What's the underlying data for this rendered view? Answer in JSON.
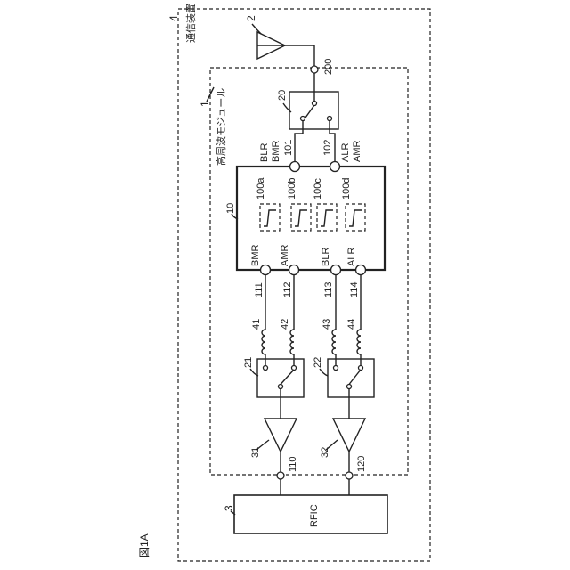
{
  "figure_label": "図1A",
  "device": {
    "ref": "4",
    "name": "通信装置"
  },
  "module": {
    "ref": "1",
    "name": "高周波モジュール"
  },
  "antenna": {
    "ref": "2"
  },
  "antenna_terminal": "200",
  "switch_top": "20",
  "filter_block": {
    "ref": "10",
    "filters": [
      "100a",
      "100b",
      "100c",
      "100d"
    ],
    "top_ports": [
      {
        "ref": "101",
        "labels": [
          "BLR",
          "BMR"
        ]
      },
      {
        "ref": "102",
        "labels": [
          "ALR",
          "AMR"
        ]
      }
    ],
    "bottom_ports": [
      {
        "ref": "111",
        "label": "BMR"
      },
      {
        "ref": "112",
        "label": "AMR"
      },
      {
        "ref": "113",
        "label": "BLR"
      },
      {
        "ref": "114",
        "label": "ALR"
      }
    ]
  },
  "inductors": [
    "41",
    "42",
    "43",
    "44"
  ],
  "switches_bottom": [
    "21",
    "22"
  ],
  "amplifiers": [
    "31",
    "32"
  ],
  "terminals": [
    "110",
    "120"
  ],
  "rfic": {
    "ref": "3",
    "label": "RFIC"
  }
}
